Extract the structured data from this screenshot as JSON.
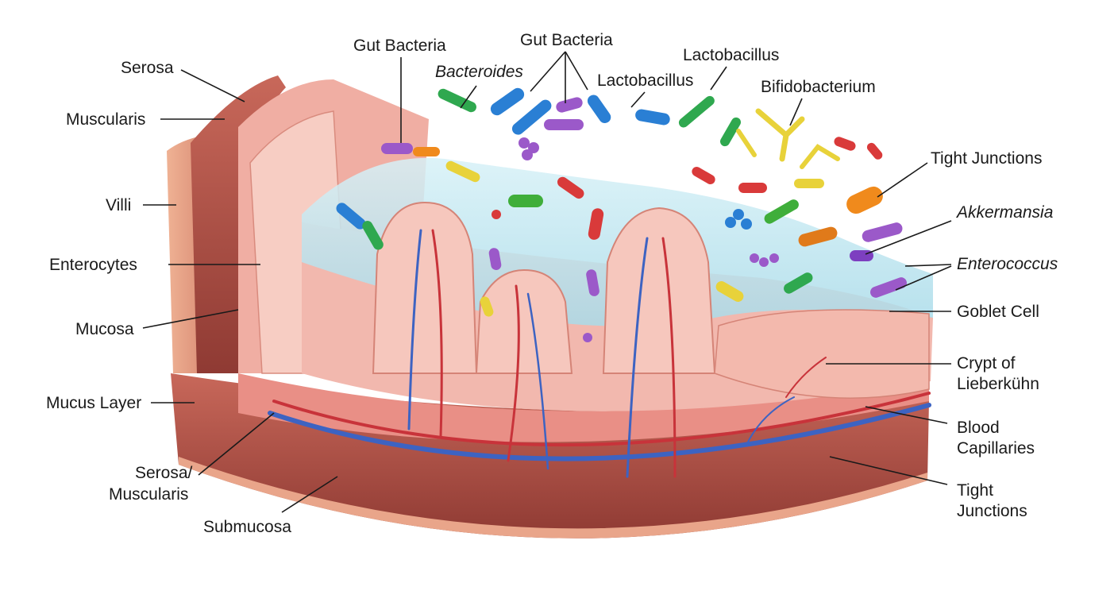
{
  "labels": {
    "serosa": "Serosa",
    "muscularis": "Muscularis",
    "villi": "Villi",
    "enterocytes": "Enterocytes",
    "mucosa": "Mucosa",
    "mucus_layer": "Mucus Layer",
    "serosa_muscularis_1": "Serosa/",
    "serosa_muscularis_2": "Muscularis",
    "submucosa": "Submucosa",
    "gut_bacteria_1": "Gut Bacteria",
    "bacteroides": "Bacteroides",
    "gut_bacteria_2": "Gut Bacteria",
    "lactobacillus_1": "Lactobacillus",
    "lactobacillus_2": "Lactobacillus",
    "bifidobacterium": "Bifidobacterium",
    "tight_junctions_1": "Tight Junctions",
    "akkermansia": "Akkermansia",
    "enterococcus": "Enterococcus",
    "goblet_cell": "Goblet Cell",
    "crypt_1": "Crypt of",
    "crypt_2": "Lieberkühn",
    "blood_capillaries_1": "Blood",
    "blood_capillaries_2": "Capillaries",
    "tight_junctions_2a": "Tight",
    "tight_junctions_2b": "Junctions"
  },
  "colors": {
    "serosa": "#e9a58a",
    "muscle": "#b9574b",
    "muscle_dark": "#8f3a33",
    "mucosa": "#f2b8ae",
    "villus_fill": "#f6c7bd",
    "mucus": "#bfe6f0",
    "vein": "#3d63c2",
    "artery": "#c8333a",
    "label": "#1a1a1a"
  }
}
